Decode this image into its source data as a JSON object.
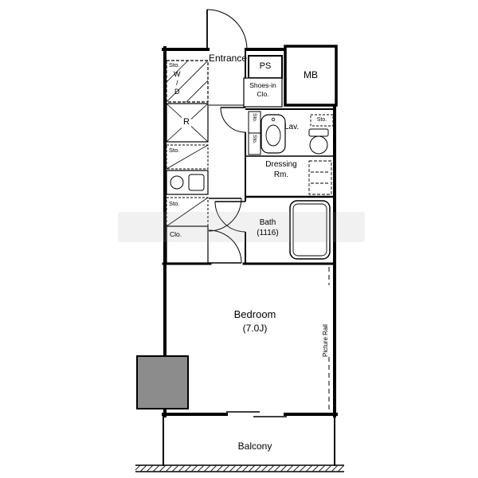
{
  "floorplan": {
    "labels": {
      "entrance": "Entrance",
      "ps": "PS",
      "mb": "MB",
      "laundry_sto": "Sto.",
      "laundry_wd": "W/D",
      "fridge": "R",
      "kitchen_sto": "Sto.",
      "shoes1": "Shoes-in",
      "shoes2": "Clo.",
      "lav_sto_1": "Sto.",
      "lav_sto_2": "Sto.",
      "lav": "Lav.",
      "lav_sto_3": "Sto.",
      "dressing1": "Dressing",
      "dressing2": "Rm.",
      "bath1": "Bath",
      "bath2": "(1116)",
      "hall_sto": "Sto.",
      "closet": "Clo.",
      "bedroom1": "Bedroom",
      "bedroom2": "(7.0J)",
      "picture_rail": "Picture Rail",
      "balcony": "Balcony"
    },
    "colors": {
      "wall": "#000000",
      "pillar_fill": "#8c8c8c",
      "background": "#ffffff"
    }
  }
}
